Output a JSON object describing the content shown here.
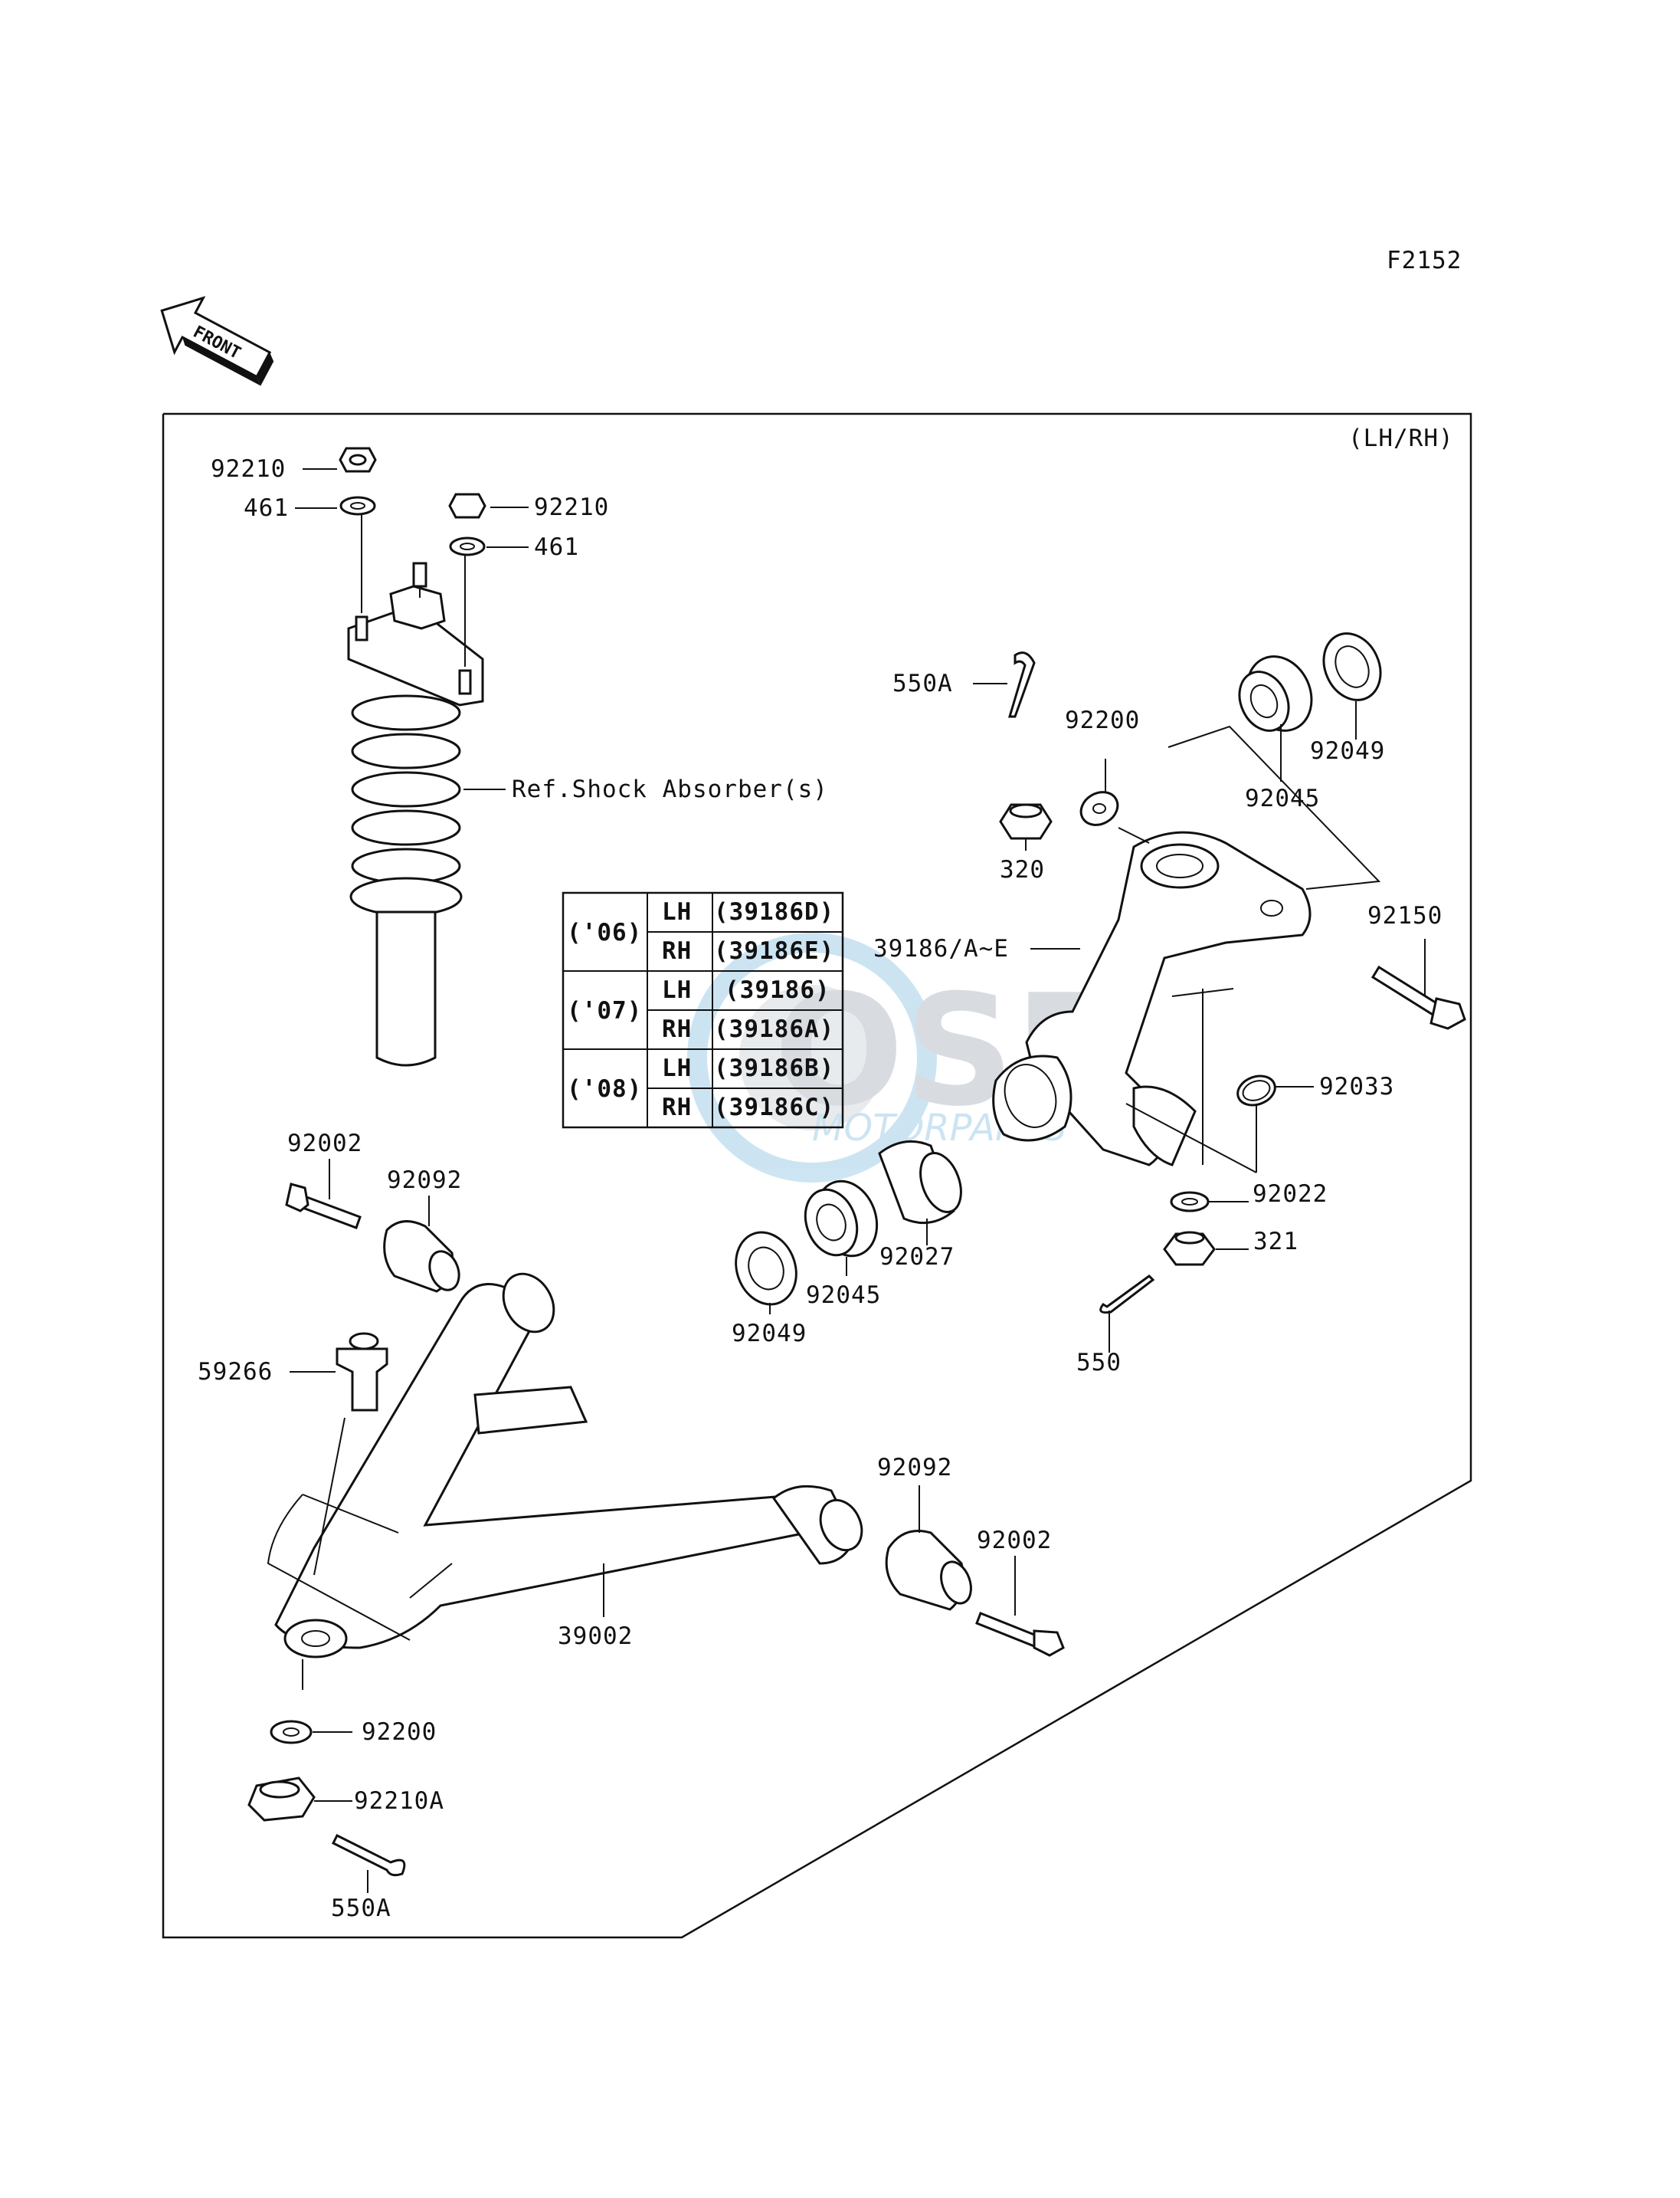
{
  "figure_code": "F2152",
  "side_note": "(LH/RH)",
  "front_text": "FRONT",
  "watermark": {
    "brand": "OSP",
    "sub": "MOTORPARTS"
  },
  "labels": {
    "nut_92210_left": "92210",
    "washer_461_left": "461",
    "nut_92210_right": "92210",
    "washer_461_right": "461",
    "ref_shock": "Ref.Shock Absorber(s)",
    "cotter_550A_top": "550A",
    "washer_92200_top": "92200",
    "nut_320": "320",
    "bearing_92045_top": "92045",
    "seal_92049_top": "92049",
    "bolt_92150": "92150",
    "knuckle": "39186/A~E",
    "circlip_92033": "92033",
    "washer_92022": "92022",
    "nut_321": "321",
    "cotter_550": "550",
    "spacer_92027": "92027",
    "bearing_92045_bottom": "92045",
    "seal_92049_bottom": "92049",
    "bolt_92002_left": "92002",
    "bushing_92092_left": "92092",
    "balljoint_59266": "59266",
    "arm_39002": "39002",
    "bushing_92092_right": "92092",
    "bolt_92002_right": "92002",
    "washer_92200_bottom": "92200",
    "nut_92210A": "92210A",
    "cotter_550A_bottom": "550A"
  },
  "variant_table": [
    {
      "year": "('06)",
      "rows": [
        {
          "side": "LH",
          "part": "(39186D)"
        },
        {
          "side": "RH",
          "part": "(39186E)"
        }
      ]
    },
    {
      "year": "('07)",
      "rows": [
        {
          "side": "LH",
          "part": "(39186)"
        },
        {
          "side": "RH",
          "part": "(39186A)"
        }
      ]
    },
    {
      "year": "('08)",
      "rows": [
        {
          "side": "LH",
          "part": "(39186B)"
        },
        {
          "side": "RH",
          "part": "(39186C)"
        }
      ]
    }
  ]
}
